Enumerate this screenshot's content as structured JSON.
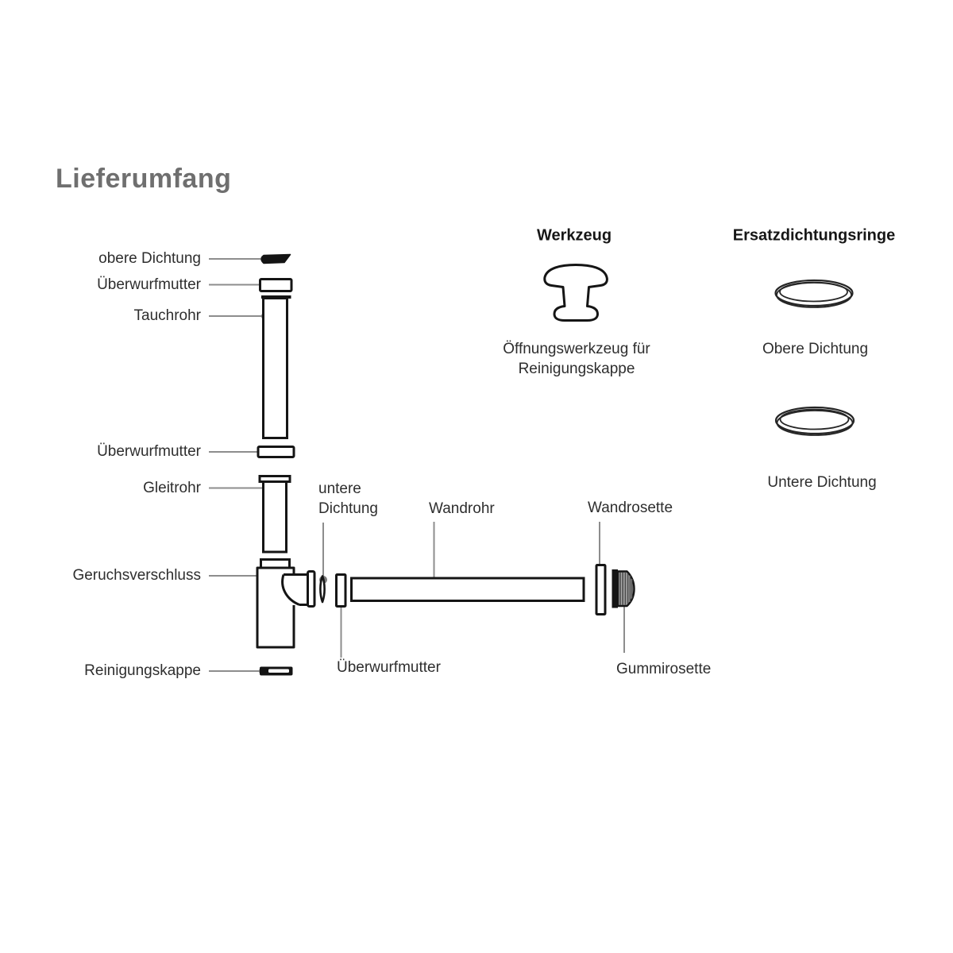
{
  "page": {
    "title": "Lieferumfang"
  },
  "colors": {
    "title": "#6f6f6f",
    "label": "#2e2e2e",
    "heading": "#161616",
    "part_outline": "#151515",
    "callout_line": "#8d8d8d",
    "callout_dot": "#7b7b7b",
    "rubber_fill": "#a9a9a9"
  },
  "diagram": {
    "left_callouts": [
      "obere Dichtung",
      "Überwurfmutter",
      "Tauchrohr",
      "Überwurfmutter",
      "Gleitrohr",
      "Geruchsverschluss",
      "Reinigungskappe"
    ],
    "mid_callouts": {
      "untere_dichtung_line1": "untere",
      "untere_dichtung_line2": "Dichtung",
      "wandrohr": "Wandrohr",
      "wandrosette": "Wandrosette",
      "ueberwurfmutter": "Überwurfmutter",
      "gummirosette": "Gummirosette"
    },
    "parts": [
      "obere-dichtung-seal",
      "ueberwurfmutter-nut-top",
      "tauchrohr-pipe",
      "ueberwurfmutter-nut-mid",
      "gleitrohr-pipe",
      "geruchsverschluss-trap",
      "reinigungskappe-cap",
      "untere-dichtung-seal",
      "ueberwurfmutter-nut-horizontal",
      "wandrohr-pipe",
      "wandrosette-ring",
      "gummirosette-rubber"
    ]
  },
  "werkzeug": {
    "heading": "Werkzeug",
    "icon": "t-handle-opening-tool-icon",
    "caption": [
      "Öffnungswerkzeug für",
      "Reinigungskappe"
    ]
  },
  "ersatz": {
    "heading": "Ersatzdichtungsringe",
    "ring1_icon": "o-ring-icon",
    "ring1_label": "Obere Dichtung",
    "ring2_icon": "o-ring-icon",
    "ring2_label": "Untere Dichtung"
  }
}
